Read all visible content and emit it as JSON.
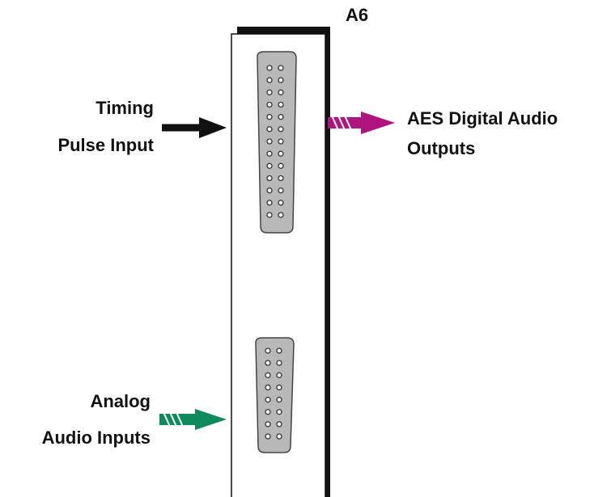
{
  "board": {
    "label": "A6"
  },
  "connectors": {
    "top": {
      "pins_per_column": 13
    },
    "bottom": {
      "pins_per_column": 8
    }
  },
  "signals": {
    "timing": {
      "line1": "Timing",
      "line2": "Pulse Input",
      "color": "#111111"
    },
    "aes": {
      "line1": "AES Digital Audio",
      "line2": "Outputs",
      "color": "#b0157f"
    },
    "analog": {
      "line1": "Analog",
      "line2": "Audio Inputs",
      "color": "#0e8a5c"
    }
  }
}
